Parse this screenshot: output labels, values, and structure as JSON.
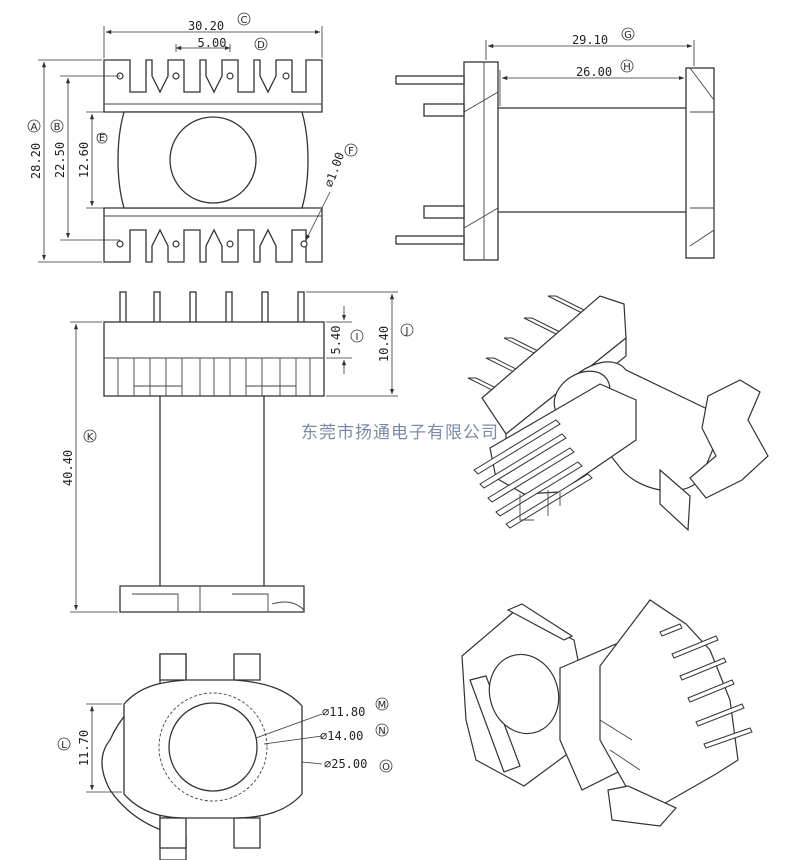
{
  "watermark": "东莞市扬通电子有限公司",
  "colors": {
    "line": "#333333",
    "watermark": "#7c8aa8",
    "background": "#ffffff"
  },
  "dimensions": {
    "A": {
      "letter": "A",
      "value": "28.20"
    },
    "B": {
      "letter": "B",
      "value": "22.50"
    },
    "C": {
      "letter": "C",
      "value": "30.20"
    },
    "D": {
      "letter": "D",
      "value": "5.00"
    },
    "E": {
      "letter": "E",
      "value": "12.60"
    },
    "F": {
      "letter": "F",
      "value": "⌀1.00"
    },
    "G": {
      "letter": "G",
      "value": "29.10"
    },
    "H": {
      "letter": "H",
      "value": "26.00"
    },
    "I": {
      "letter": "I",
      "value": "5.40"
    },
    "J": {
      "letter": "J",
      "value": "10.40"
    },
    "K": {
      "letter": "K",
      "value": "40.40"
    },
    "L": {
      "letter": "L",
      "value": "11.70"
    },
    "M": {
      "letter": "M",
      "value": "⌀11.80"
    },
    "N": {
      "letter": "N",
      "value": "⌀14.00"
    },
    "O": {
      "letter": "O",
      "value": "⌀25.00"
    }
  }
}
